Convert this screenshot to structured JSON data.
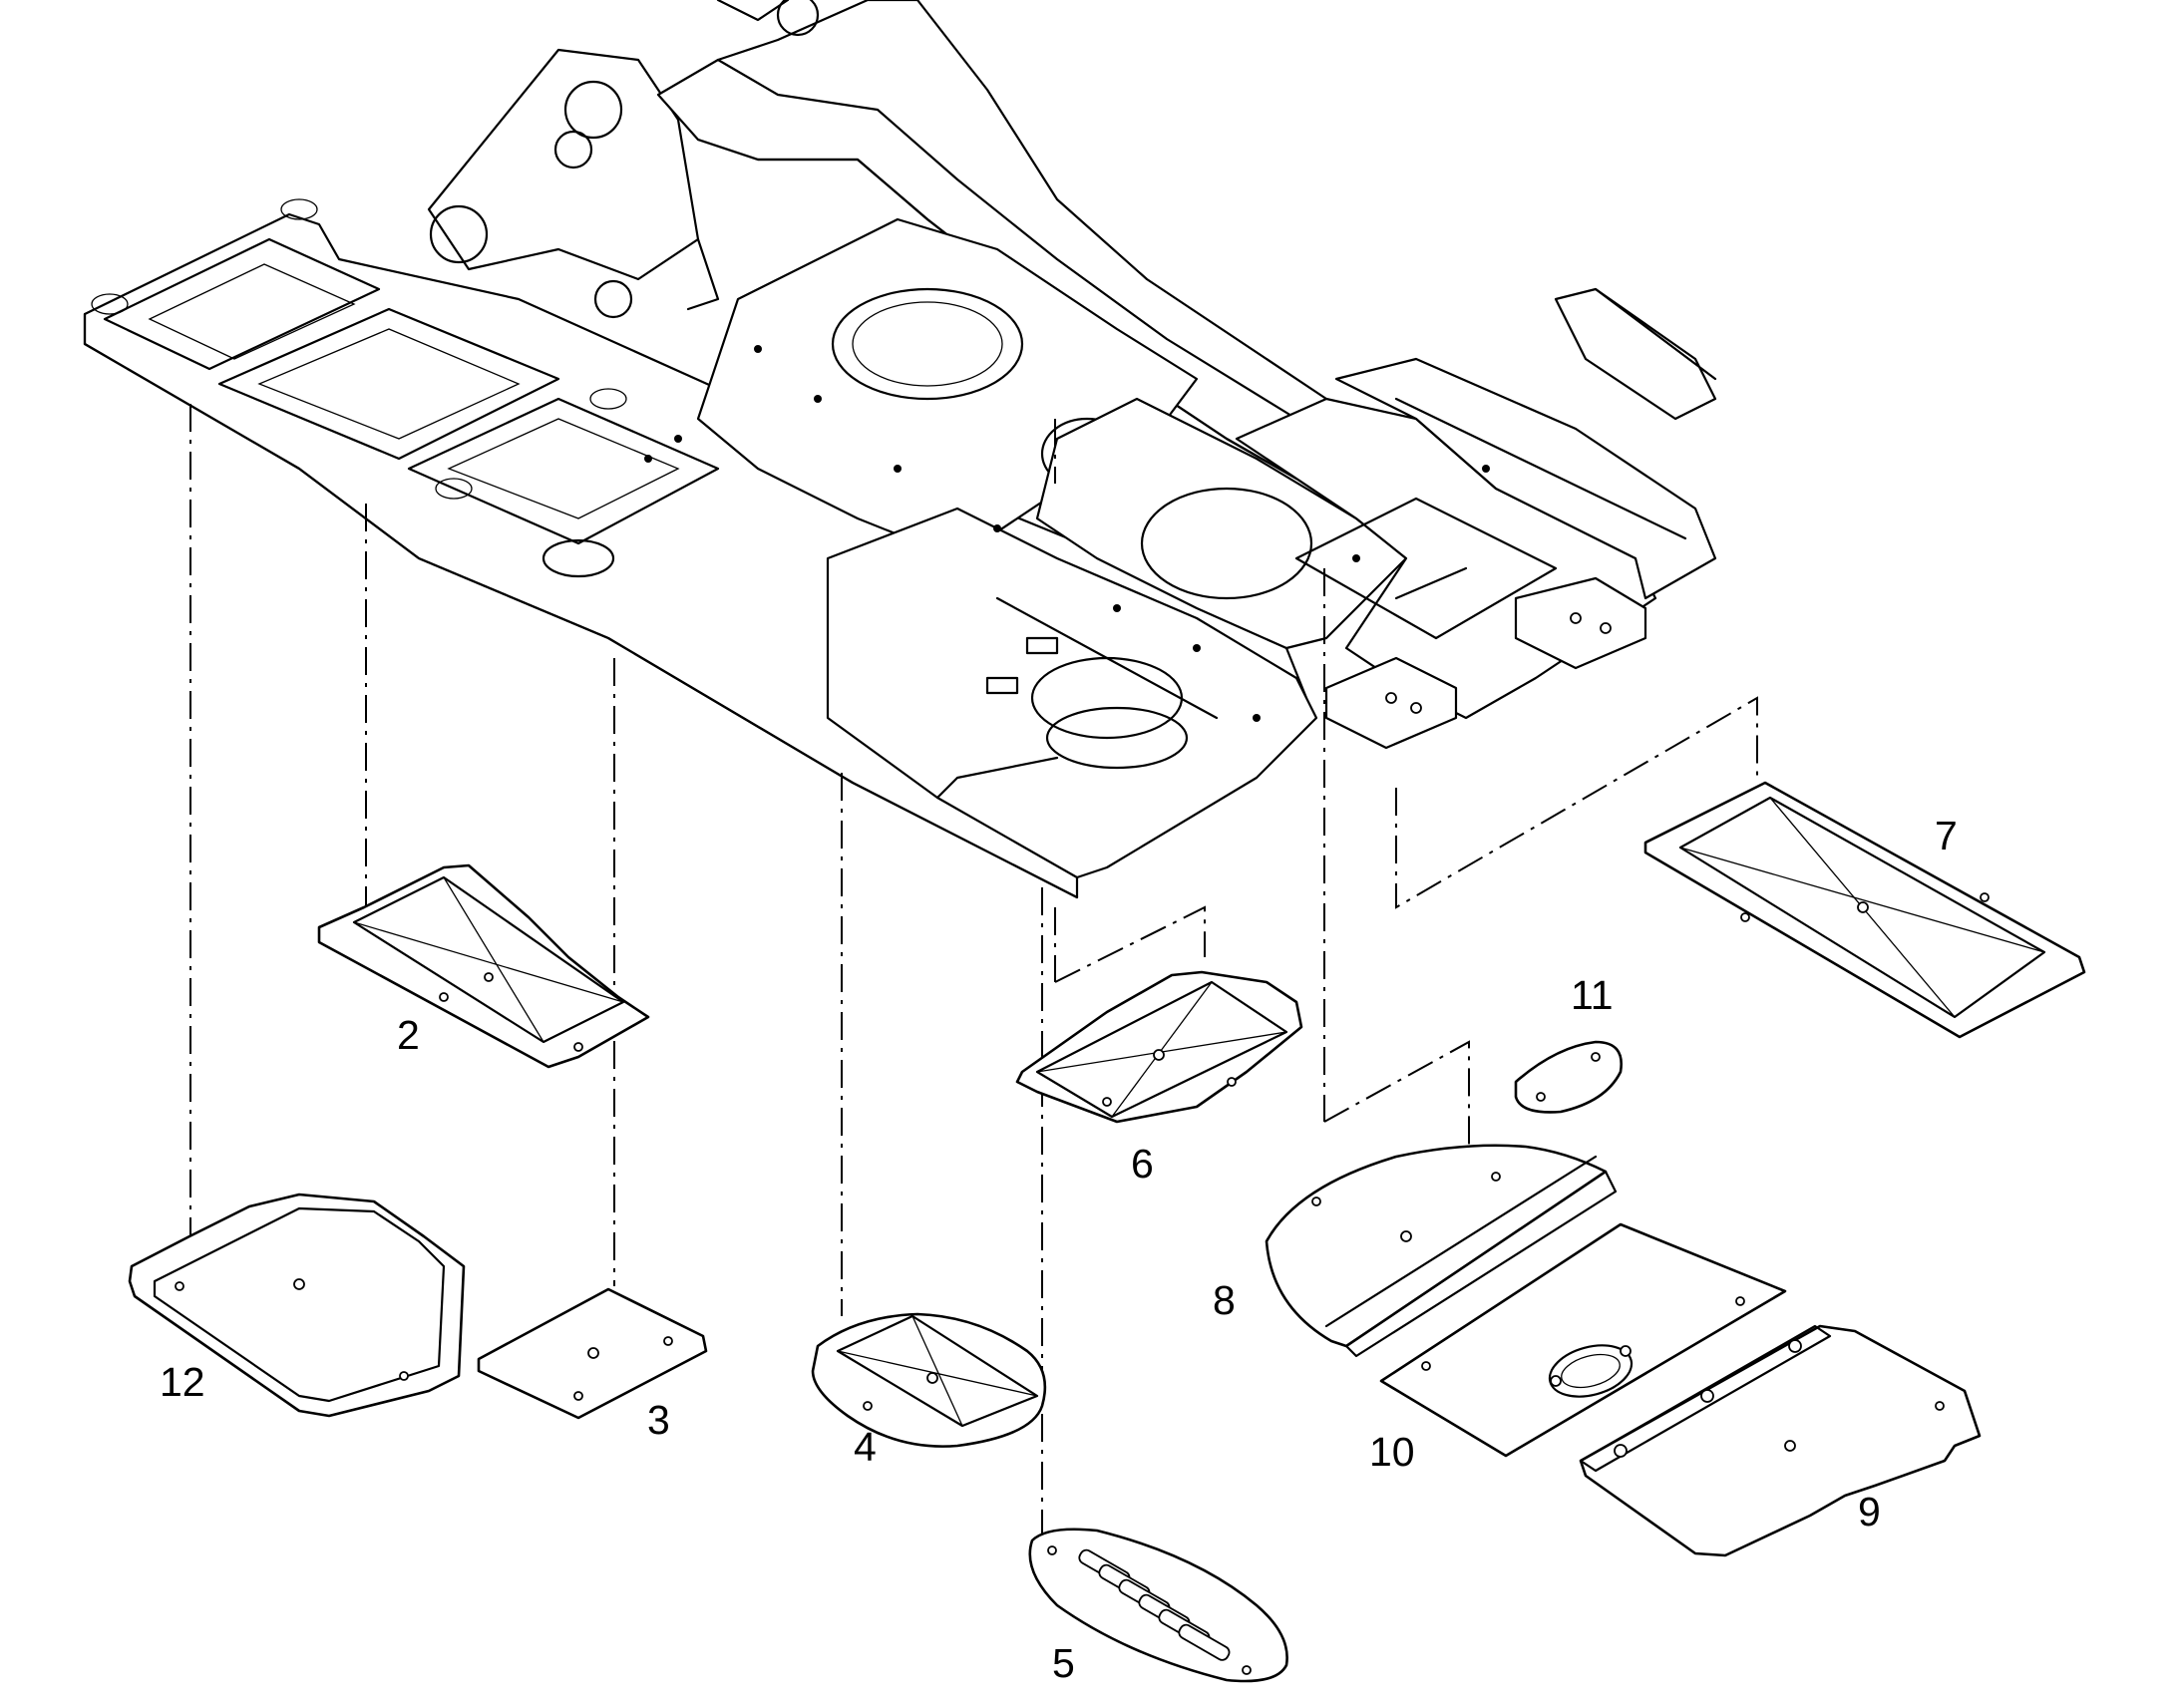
{
  "diagram": {
    "part_labels": {
      "p2": "2",
      "p3": "3",
      "p4": "4",
      "p5": "5",
      "p6": "6",
      "p7": "7",
      "p8": "8",
      "p9": "9",
      "p10": "10",
      "p11": "11",
      "p12": "12"
    }
  }
}
